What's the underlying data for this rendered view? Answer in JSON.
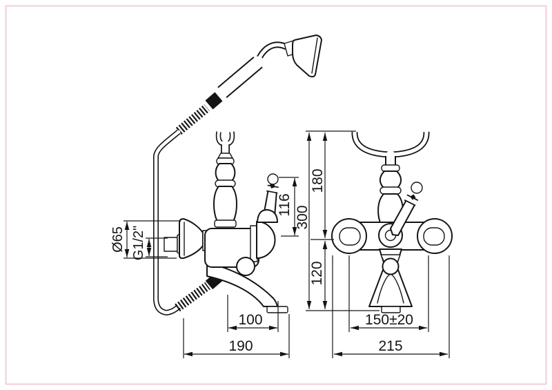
{
  "drawing": {
    "labels": {
      "flange_diameter": "Ø65",
      "thread": "G1/2\"",
      "handle_height": "116",
      "total_height": "300",
      "upper_height": "180",
      "lower_height": "120",
      "spout_reach": "100",
      "total_depth": "190",
      "inlet_spacing": "150±20",
      "total_width": "215"
    },
    "colors": {
      "border": "#f3ccd4",
      "line": "#141414",
      "background": "#ffffff"
    }
  }
}
